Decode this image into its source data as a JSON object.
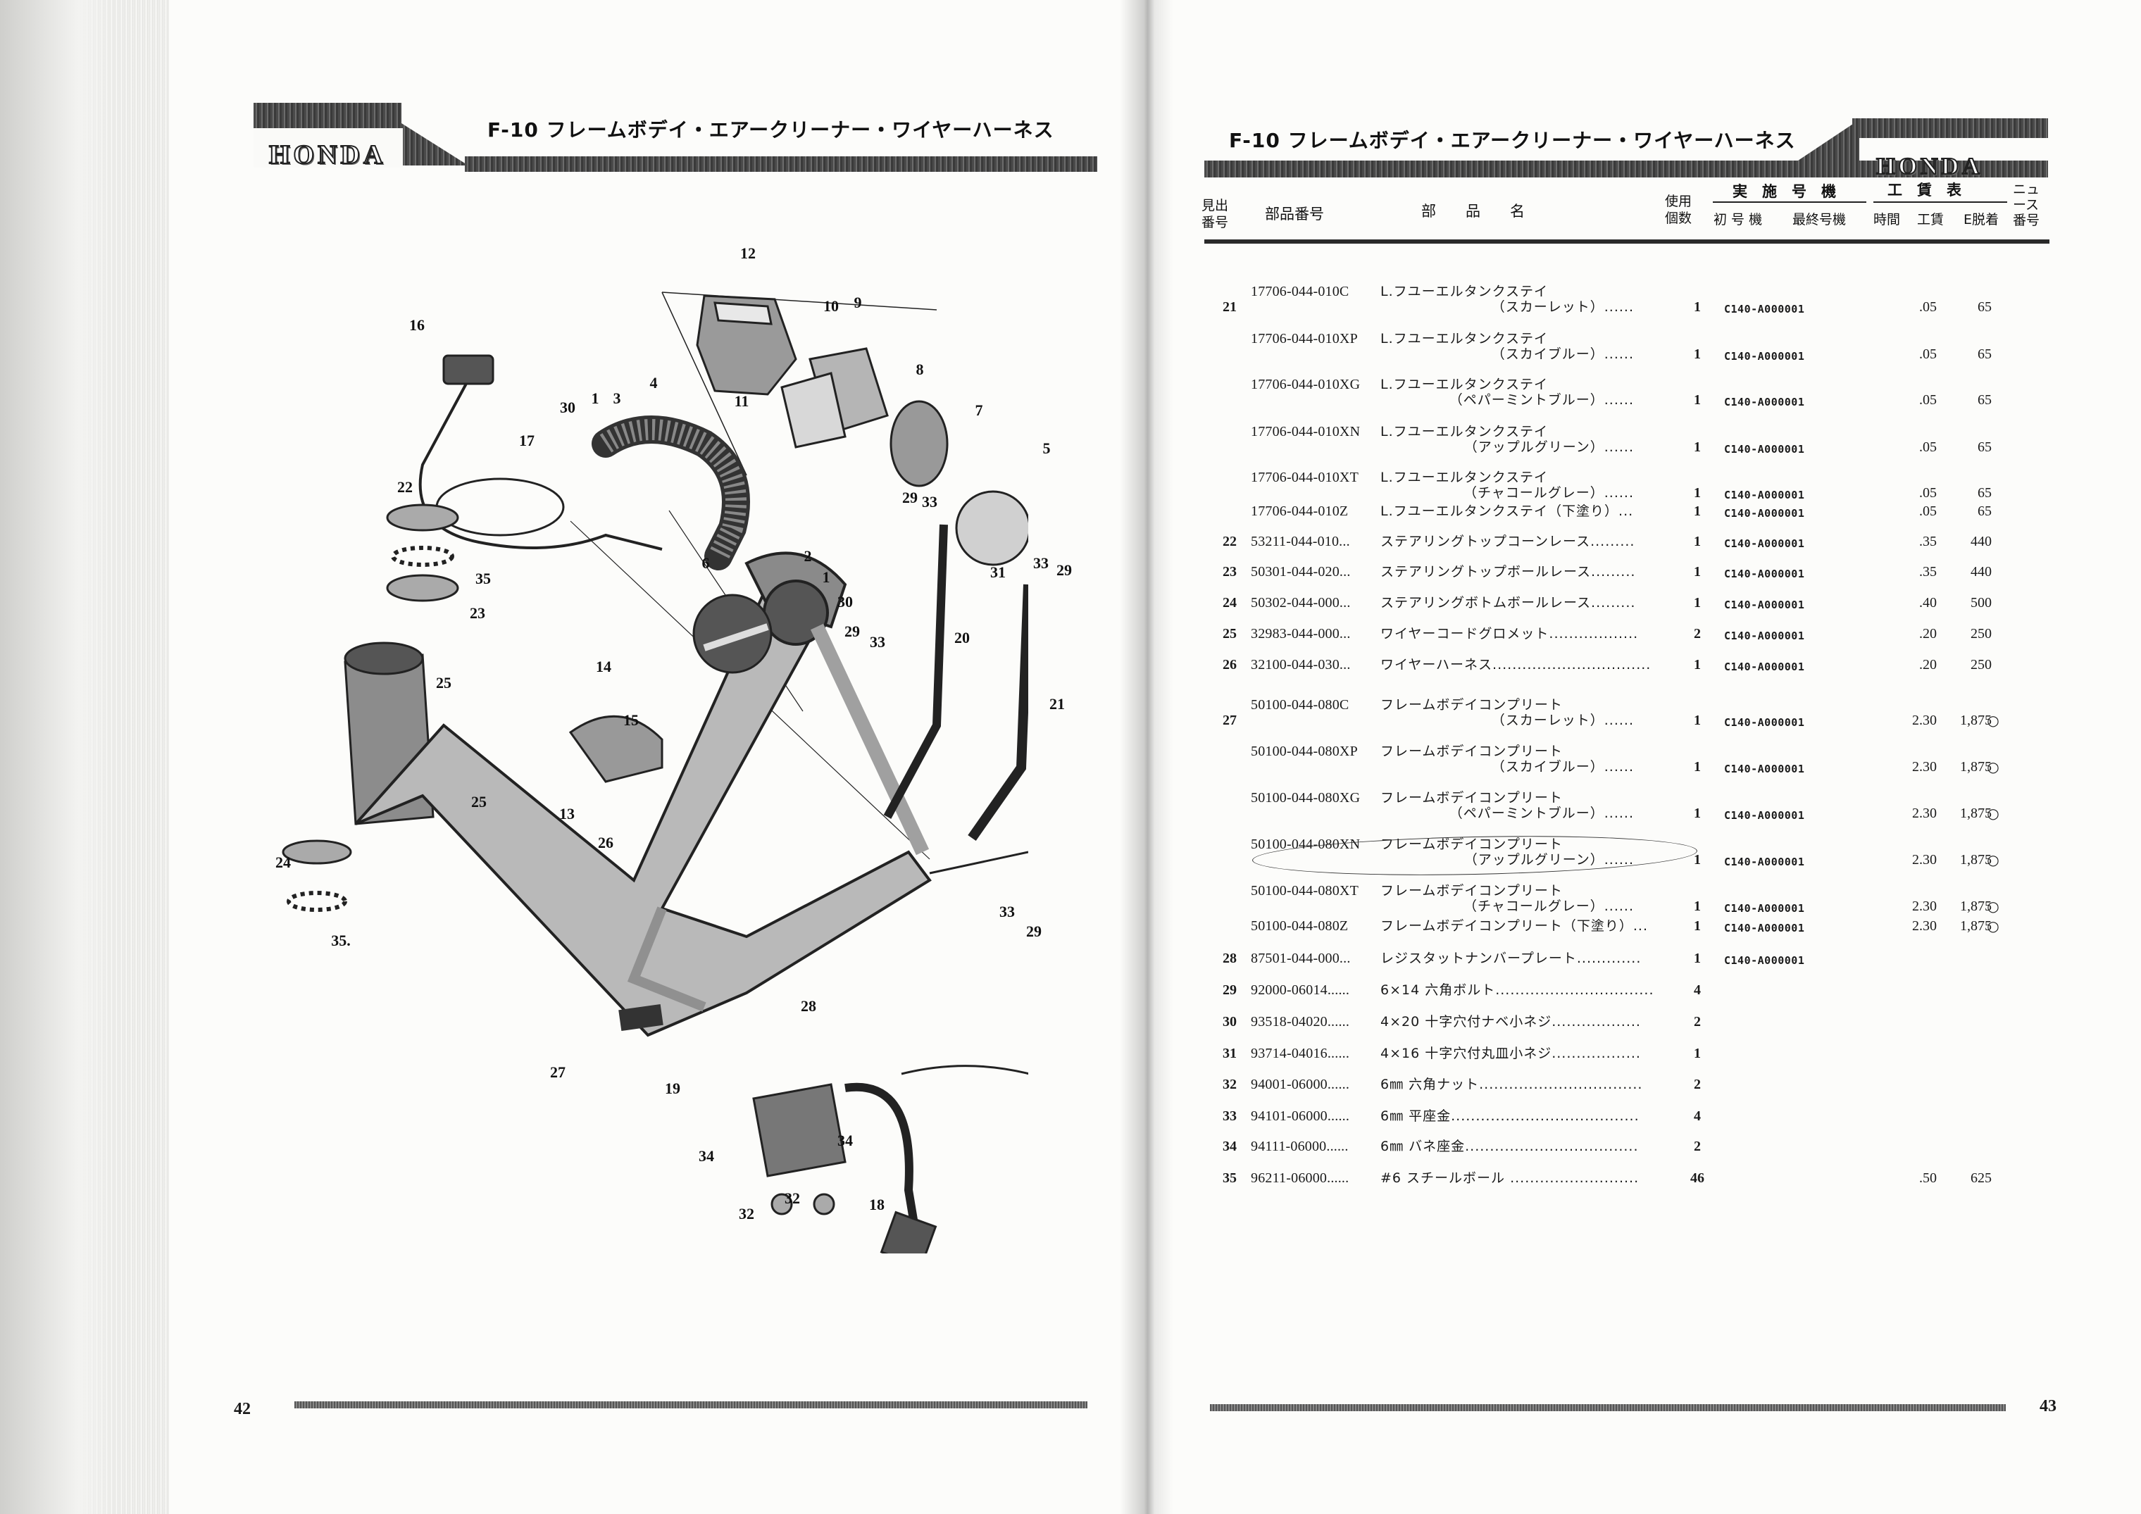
{
  "left_page": {
    "brand": "HONDA",
    "title": "F-10 フレームボデイ・エアークリーナー・ワイヤーハーネス",
    "page_number": "42",
    "callouts": [
      "12",
      "10",
      "9",
      "16",
      "11",
      "30",
      "1",
      "3",
      "4",
      "8",
      "7",
      "17",
      "5",
      "22",
      "29",
      "33",
      "35",
      "2",
      "1",
      "31",
      "33",
      "29",
      "23",
      "6",
      "30",
      "29",
      "33",
      "20",
      "21",
      "25",
      "14",
      "15",
      "13",
      "25",
      "26",
      "24",
      "33",
      "29",
      "35.",
      "28",
      "27",
      "19",
      "34",
      "34",
      "32",
      "32",
      "18"
    ]
  },
  "right_page": {
    "brand": "HONDA",
    "title": "F-10 フレームボデイ・エアークリーナー・ワイヤーハーネス",
    "page_number": "43",
    "headers": {
      "ref_no": [
        "見出",
        "番号"
      ],
      "part_no": "部品番号",
      "part_name": "部　　品　　名",
      "qty": [
        "使用",
        "個数"
      ],
      "serial_group": "実　施　号　機",
      "first_serial": "初 号 機",
      "last_serial": "最終号機",
      "labor_group": "工　賃　表",
      "hours": "時間",
      "wage": "工賃",
      "e_removal": "E脱着",
      "news": [
        "ニュ",
        "ース",
        "番号"
      ]
    },
    "rows": [
      {
        "ref": "21",
        "part": "17706-044-010C",
        "name": "L.フユーエルタンクステイ",
        "name2": "（スカーレット）......",
        "qty": "1",
        "first": "C140-A000001",
        "hours": ".05",
        "wage": "65",
        "news": ""
      },
      {
        "ref": "",
        "part": "17706-044-010XP",
        "name": "L.フユーエルタンクステイ",
        "name2": "（スカイブルー）......",
        "qty": "1",
        "first": "C140-A000001",
        "hours": ".05",
        "wage": "65",
        "news": ""
      },
      {
        "ref": "",
        "part": "17706-044-010XG",
        "name": "L.フユーエルタンクステイ",
        "name2": "（ペパーミントブルー）......",
        "qty": "1",
        "first": "C140-A000001",
        "hours": ".05",
        "wage": "65",
        "news": ""
      },
      {
        "ref": "",
        "part": "17706-044-010XN",
        "name": "L.フユーエルタンクステイ",
        "name2": "（アップルグリーン）......",
        "qty": "1",
        "first": "C140-A000001",
        "hours": ".05",
        "wage": "65",
        "news": ""
      },
      {
        "ref": "",
        "part": "17706-044-010XT",
        "name": "L.フユーエルタンクステイ",
        "name2": "（チャコールグレー）......",
        "qty": "1",
        "first": "C140-A000001",
        "hours": ".05",
        "wage": "65",
        "news": ""
      },
      {
        "ref": "",
        "part": "17706-044-010Z",
        "name": "L.フユーエルタンクステイ（下塗り）...",
        "name2": "",
        "qty": "1",
        "first": "C140-A000001",
        "hours": ".05",
        "wage": "65",
        "news": ""
      },
      {
        "ref": "22",
        "part": "53211-044-010...",
        "name": "ステアリングトップコーンレース.........",
        "name2": "",
        "qty": "1",
        "first": "C140-A000001",
        "hours": ".35",
        "wage": "440",
        "news": ""
      },
      {
        "ref": "23",
        "part": "50301-044-020...",
        "name": "ステアリングトップボールレース.........",
        "name2": "",
        "qty": "1",
        "first": "C140-A000001",
        "hours": ".35",
        "wage": "440",
        "news": ""
      },
      {
        "ref": "24",
        "part": "50302-044-000...",
        "name": "ステアリングボトムボールレース.........",
        "name2": "",
        "qty": "1",
        "first": "C140-A000001",
        "hours": ".40",
        "wage": "500",
        "news": ""
      },
      {
        "ref": "25",
        "part": "32983-044-000...",
        "name": "ワイヤーコードグロメット..................",
        "name2": "",
        "qty": "2",
        "first": "C140-A000001",
        "hours": ".20",
        "wage": "250",
        "news": ""
      },
      {
        "ref": "26",
        "part": "32100-044-030...",
        "name": "ワイヤーハーネス................................",
        "name2": "",
        "qty": "1",
        "first": "C140-A000001",
        "hours": ".20",
        "wage": "250",
        "news": ""
      },
      {
        "ref": "27",
        "part": "50100-044-080C",
        "name": "フレームボデイコンプリート",
        "name2": "（スカーレット）......",
        "qty": "1",
        "first": "C140-A000001",
        "hours": "2.30",
        "wage": "1,875",
        "news": "○"
      },
      {
        "ref": "",
        "part": "50100-044-080XP",
        "name": "フレームボデイコンプリート",
        "name2": "（スカイブルー）......",
        "qty": "1",
        "first": "C140-A000001",
        "hours": "2.30",
        "wage": "1,875",
        "news": "○"
      },
      {
        "ref": "",
        "part": "50100-044-080XG",
        "name": "フレームボデイコンプリート",
        "name2": "（ペパーミントブルー）......",
        "qty": "1",
        "first": "C140-A000001",
        "hours": "2.30",
        "wage": "1,875",
        "news": "○"
      },
      {
        "ref": "",
        "part": "50100-044-080XN",
        "name": "フレームボデイコンプリート",
        "name2": "（アップルグリーン）......",
        "qty": "1",
        "first": "C140-A000001",
        "hours": "2.30",
        "wage": "1,875",
        "news": "○"
      },
      {
        "ref": "",
        "part": "50100-044-080XT",
        "name": "フレームボデイコンプリート",
        "name2": "（チャコールグレー）......",
        "qty": "1",
        "first": "C140-A000001",
        "hours": "2.30",
        "wage": "1,875",
        "news": "○"
      },
      {
        "ref": "",
        "part": "50100-044-080Z",
        "name": "フレームボデイコンプリート（下塗り）...",
        "name2": "",
        "qty": "1",
        "first": "C140-A000001",
        "hours": "2.30",
        "wage": "1,875",
        "news": "○"
      },
      {
        "ref": "28",
        "part": "87501-044-000...",
        "name": "レジスタットナンバープレート.............",
        "name2": "",
        "qty": "1",
        "first": "C140-A000001",
        "hours": "",
        "wage": "",
        "news": ""
      },
      {
        "ref": "29",
        "part": "92000-06014......",
        "name": "6×14 六角ボルト................................",
        "name2": "",
        "qty": "4",
        "first": "",
        "hours": "",
        "wage": "",
        "news": ""
      },
      {
        "ref": "30",
        "part": "93518-04020......",
        "name": "4×20 十字穴付ナベ小ネジ..................",
        "name2": "",
        "qty": "2",
        "first": "",
        "hours": "",
        "wage": "",
        "news": ""
      },
      {
        "ref": "31",
        "part": "93714-04016......",
        "name": "4×16 十字穴付丸皿小ネジ..................",
        "name2": "",
        "qty": "1",
        "first": "",
        "hours": "",
        "wage": "",
        "news": ""
      },
      {
        "ref": "32",
        "part": "94001-06000......",
        "name": "6㎜ 六角ナット.................................",
        "name2": "",
        "qty": "2",
        "first": "",
        "hours": "",
        "wage": "",
        "news": ""
      },
      {
        "ref": "33",
        "part": "94101-06000......",
        "name": "6㎜ 平座金......................................",
        "name2": "",
        "qty": "4",
        "first": "",
        "hours": "",
        "wage": "",
        "news": ""
      },
      {
        "ref": "34",
        "part": "94111-06000......",
        "name": "6㎜ バネ座金...................................",
        "name2": "",
        "qty": "2",
        "first": "",
        "hours": "",
        "wage": "",
        "news": ""
      },
      {
        "ref": "35",
        "part": "96211-06000......",
        "name": "#6 スチールボール ..........................",
        "name2": "",
        "qty": "46",
        "first": "",
        "hours": ".50",
        "wage": "625",
        "news": ""
      }
    ]
  }
}
